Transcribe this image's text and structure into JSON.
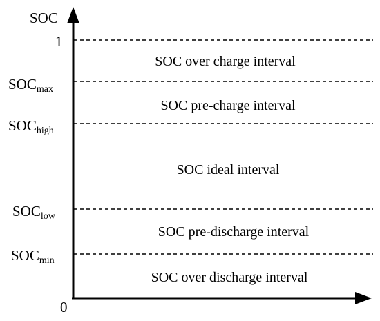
{
  "axis": {
    "y_label": "SOC",
    "top_value": "1",
    "origin": "0"
  },
  "levels": [
    {
      "id": "max",
      "base": "SOC",
      "sub": "max"
    },
    {
      "id": "high",
      "base": "SOC",
      "sub": "high"
    },
    {
      "id": "low",
      "base": "SOC",
      "sub": "low"
    },
    {
      "id": "min",
      "base": "SOC",
      "sub": "min"
    }
  ],
  "intervals": [
    "SOC over charge interval",
    "SOC pre-charge interval",
    "SOC ideal interval",
    "SOC pre-discharge interval",
    "SOC over discharge interval"
  ],
  "colors": {
    "ink": "#000000",
    "background": "#ffffff"
  }
}
